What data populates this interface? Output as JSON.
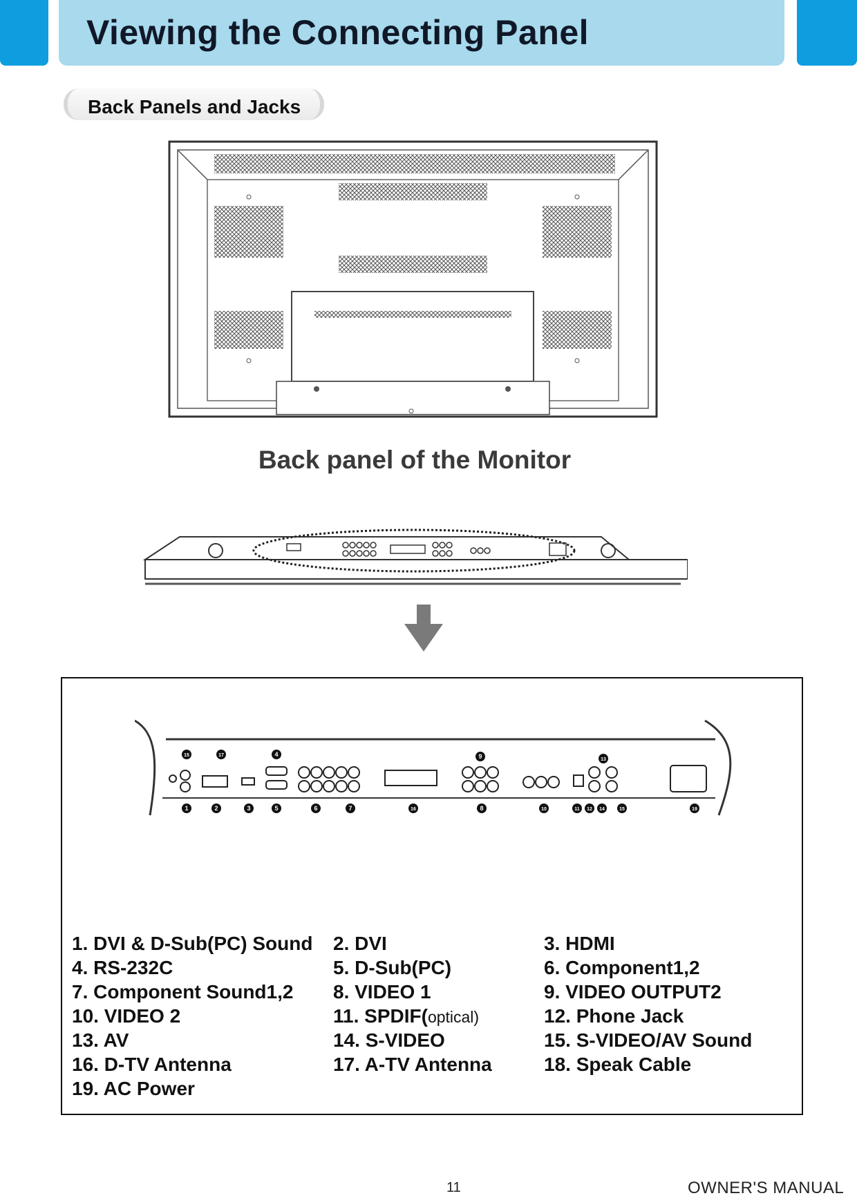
{
  "header": {
    "title": "Viewing the Connecting Panel",
    "subtitle": "Back Panels and Jacks"
  },
  "figure": {
    "monitor_caption": "Back panel of the Monitor"
  },
  "callout_numbers": [
    "15",
    "17",
    "4",
    "9",
    "13",
    "1",
    "2",
    "3",
    "5",
    "6",
    "7",
    "16",
    "8",
    "10",
    "11",
    "12",
    "14",
    "15",
    "19"
  ],
  "legend": {
    "rows": [
      {
        "c1": "1. DVI & D-Sub(PC) Sound",
        "c2": "2. DVI",
        "c3": "3. HDMI"
      },
      {
        "c1": "4. RS-232C",
        "c2": "5. D-Sub(PC)",
        "c3": "6. Component1,2"
      },
      {
        "c1": "7. Component Sound1,2",
        "c2": "8. VIDEO 1",
        "c3": "9. VIDEO OUTPUT2"
      },
      {
        "c1": "10. VIDEO 2",
        "c2": "11. SPDIF(",
        "c2_small": "optical)",
        "c3": "12. Phone Jack"
      },
      {
        "c1": "13. AV",
        "c2": "14. S-VIDEO",
        "c3": "15. S-VIDEO/AV Sound"
      },
      {
        "c1": "16. D-TV Antenna",
        "c2": "17. A-TV Antenna",
        "c3": "18. Speak Cable"
      },
      {
        "c1": "19. AC Power"
      }
    ]
  },
  "footer": {
    "page_number": "11",
    "manual_label": "OWNER'S MANUAL"
  }
}
